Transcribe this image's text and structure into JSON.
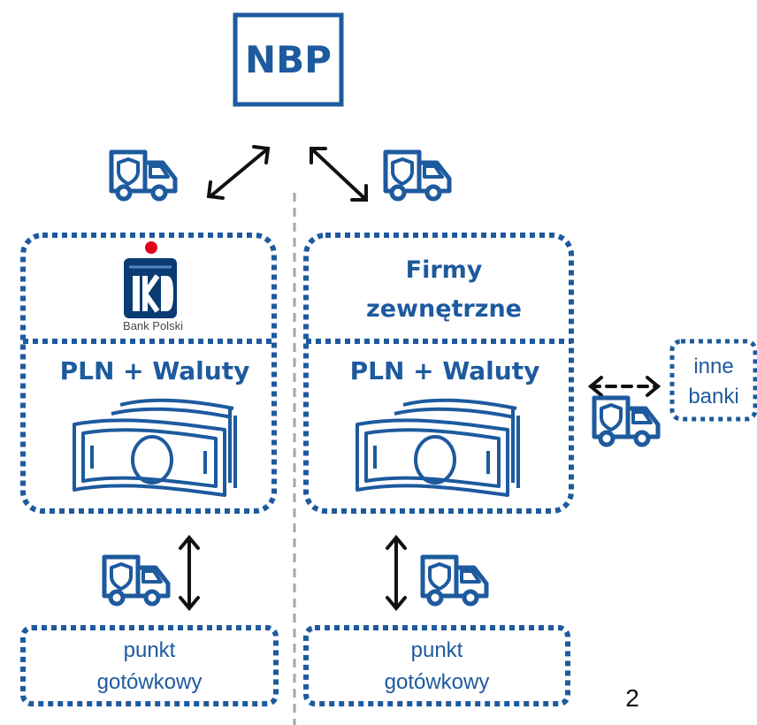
{
  "nbp": {
    "label": "NBP"
  },
  "left_branch": {
    "logo_text": "Bank Polski",
    "currency_label": "PLN + Waluty",
    "outlet_label": [
      "punkt",
      "gotówkowy"
    ]
  },
  "right_branch": {
    "title": [
      "Firmy",
      "zewnętrzne"
    ],
    "currency_label": "PLN + Waluty",
    "outlet_label": [
      "punkt",
      "gotówkowy"
    ]
  },
  "other_banks": {
    "label": [
      "inne",
      "banki"
    ]
  },
  "page_number": "2",
  "colors": {
    "primary_blue": "#1d5a9e",
    "arrow_black": "#111111",
    "divider_gray": "#a6a6a6",
    "logo_red": "#e2001a",
    "logo_navy": "#0a3b73"
  },
  "icons": [
    "armored-truck-icon",
    "banknote-stack-icon",
    "bank-logo-icon"
  ]
}
